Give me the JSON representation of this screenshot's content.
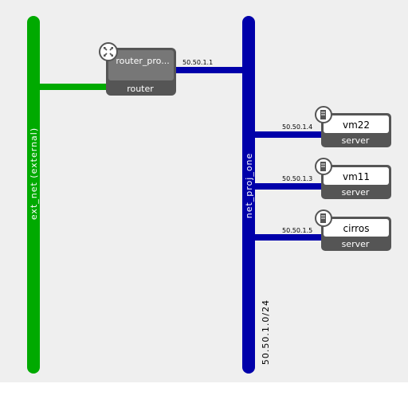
{
  "networks": {
    "external": {
      "name": "ext_net (external)",
      "color": "#00aa00"
    },
    "project": {
      "name": "net_proj_one",
      "cidr": "50.50.1.0/24",
      "color": "#0000aa"
    }
  },
  "router": {
    "name": "router_pro...",
    "type": "router",
    "ip": "50.50.1.1",
    "icon": "router-icon"
  },
  "servers": [
    {
      "name": "vm22",
      "type": "server",
      "ip": "50.50.1.4",
      "icon": "server-icon"
    },
    {
      "name": "vm11",
      "type": "server",
      "ip": "50.50.1.3",
      "icon": "server-icon"
    },
    {
      "name": "cirros",
      "type": "server",
      "ip": "50.50.1.5",
      "icon": "server-icon"
    }
  ]
}
